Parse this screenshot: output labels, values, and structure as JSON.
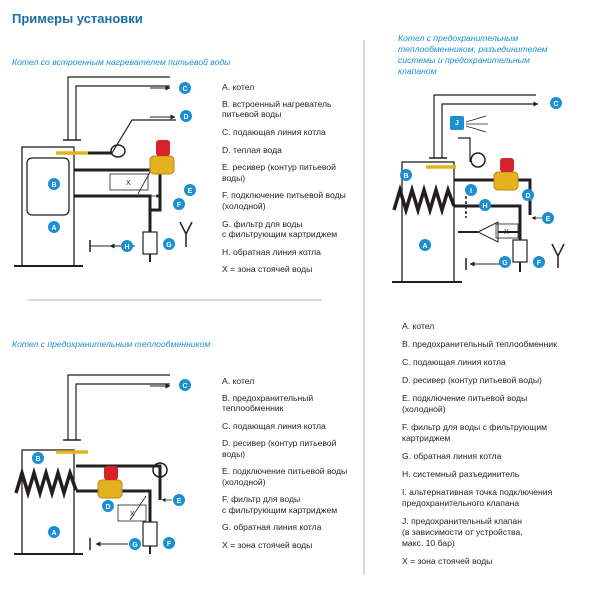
{
  "page_title": "Примеры установки",
  "panel1": {
    "title": "Котел со встроенным нагревателем питьевой воды",
    "x_label": "X",
    "badges": [
      "A",
      "B",
      "C",
      "D",
      "E",
      "F",
      "G",
      "H"
    ],
    "legend": [
      "A. котел",
      "B. встроенный нагреватель",
      "питьевой воды",
      "C. подающая линия котла",
      "D. теплая вода",
      "E. ресивер (контур питьевой",
      "воды)",
      "F. подключение питьевой воды",
      "(холодной)",
      "G. фильтр для воды",
      "с фильтрующим картриджем",
      "H. обратная линия котла",
      "X = зона стоячей воды"
    ]
  },
  "panel2": {
    "title": "Котел с предохранительным теплообменником",
    "x_label": "X",
    "badges": [
      "A",
      "B",
      "C",
      "D",
      "E",
      "F",
      "G"
    ],
    "legend": [
      "A. котел",
      "B. предохранительный",
      "теплообменник",
      "C. подающая линия котла",
      "D. ресивер (контур питьевой",
      "воды)",
      "E. подключение питьевой воды",
      "(холодной)",
      "F. фильтр для воды",
      "с фильтрующим картриджем",
      "G. обратная линия котла",
      "X = зона стоячей воды"
    ]
  },
  "panel3": {
    "title_lines": [
      "Котел с предохранительным",
      "теплообменником, разъединителем",
      "системы и предохранительным",
      "клапаном"
    ],
    "x_label": "X",
    "badges": [
      "A",
      "B",
      "C",
      "D",
      "E",
      "F",
      "G",
      "H",
      "I",
      "J"
    ],
    "legend": [
      "A. котел",
      "B. предохранительный теплообменник",
      "C. подающая линия котла",
      "D. ресивер (контур питьевой воды)",
      "E. подключение питьевой воды",
      "(холодной)",
      "F. фильтр для воды с фильтрующим",
      "картриджем",
      "G. обратная линия котла",
      "H. системный разъединитель",
      "I. альтернативная точка подключения",
      "предохранительного клапана",
      "J. предохранительный клапан",
      "(в зависимости от устройства,",
      "макс. 10 бар)",
      "X = зона стоячей воды"
    ]
  },
  "colors": {
    "badge": "#1b8fd2",
    "title": "#1a6fa8",
    "panel_title": "#1a8fd0",
    "valve": "#e5b11e",
    "cap": "#d7222b",
    "pipe": "#231f20"
  }
}
